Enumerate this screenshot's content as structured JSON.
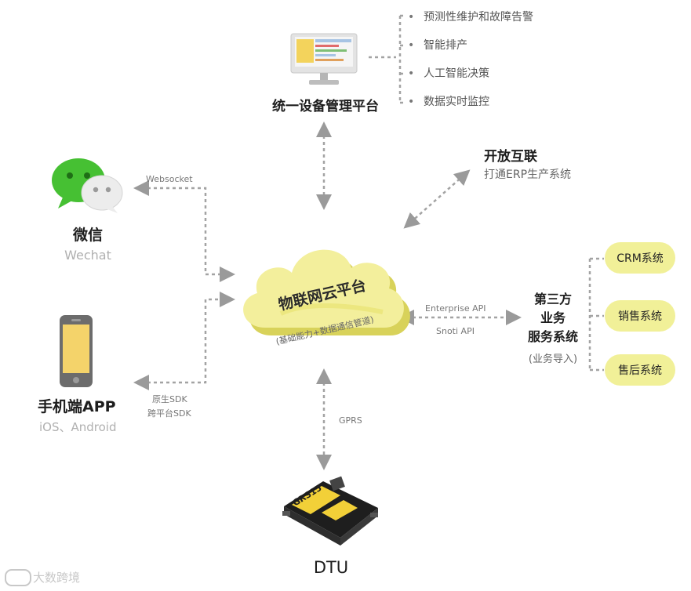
{
  "platform": {
    "label": "统一设备管理平台",
    "features": [
      "预测性维护和故障告警",
      "智能排产",
      "人工智能决策",
      "数据实时监控"
    ]
  },
  "open_interconnect": {
    "title": "开放互联",
    "subtitle": "打通ERP生产系统"
  },
  "wechat": {
    "name": "微信",
    "english": "Wechat",
    "protocol": "Websocket"
  },
  "cloud": {
    "title": "物联网云平台",
    "subtitle": "(基础能力+数据通信管道)"
  },
  "mobile": {
    "name": "手机端APP",
    "platforms": "iOS、Android",
    "sdk_native": "原生SDK",
    "sdk_cross": "跨平台SDK"
  },
  "api": {
    "enterprise": "Enterprise API",
    "snoti": "Snoti API"
  },
  "third_party": {
    "line1": "第三方",
    "line2": "业务",
    "line3": "服务系统",
    "note": "(业务导入)",
    "systems": [
      "CRM系统",
      "销售系统",
      "售后系统"
    ]
  },
  "gprs": "GPRS",
  "dtu": {
    "label": "DTU",
    "device_text": "GRS15"
  },
  "watermark": "大数跨境",
  "colors": {
    "accent_yellow": "#f2f08d",
    "wechat_green": "#3dbb2b",
    "arrow_gray": "#999999"
  }
}
